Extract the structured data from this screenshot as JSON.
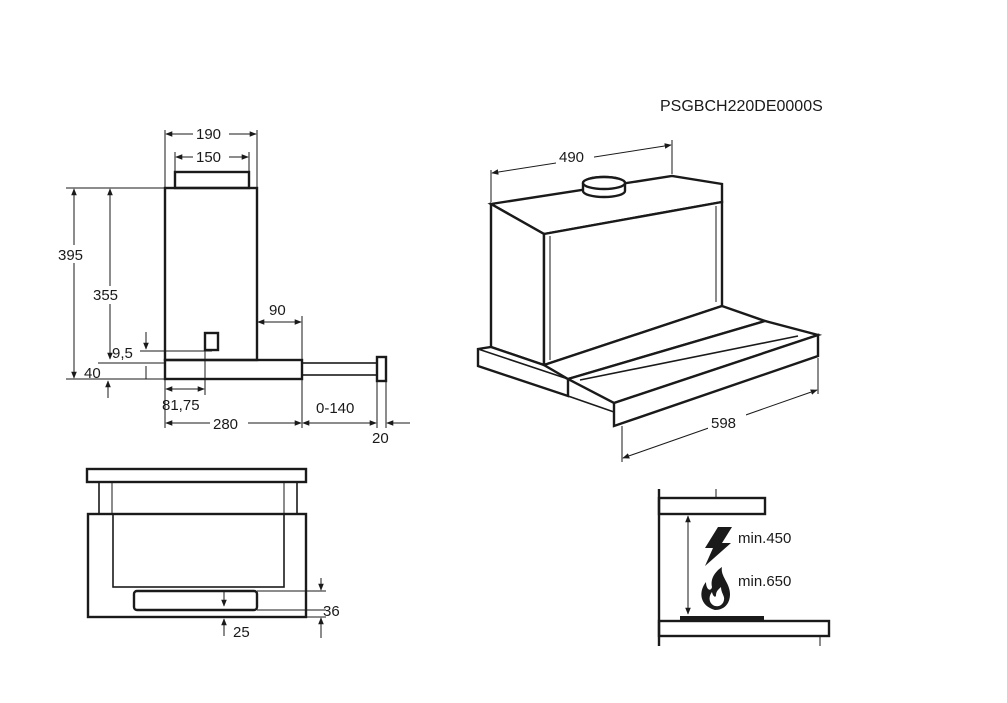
{
  "model_code": "PSGBCH220DE0000S",
  "side_view": {
    "width_top": "190",
    "width_chimney": "150",
    "height_total": "395",
    "height_body": "355",
    "offset_small": "9,5",
    "tray_height": "40",
    "tray_depth": "90",
    "outlet_offset": "81,75",
    "depth": "280",
    "extension": "0-140",
    "handle": "20"
  },
  "iso_view": {
    "width": "490",
    "front_width": "598"
  },
  "front_view": {
    "height_36": "36",
    "height_25": "25"
  },
  "clearance": {
    "electric": "min.450",
    "gas": "min.650"
  },
  "icons": {
    "electric": "lightning-bolt-icon",
    "gas": "flame-icon"
  }
}
